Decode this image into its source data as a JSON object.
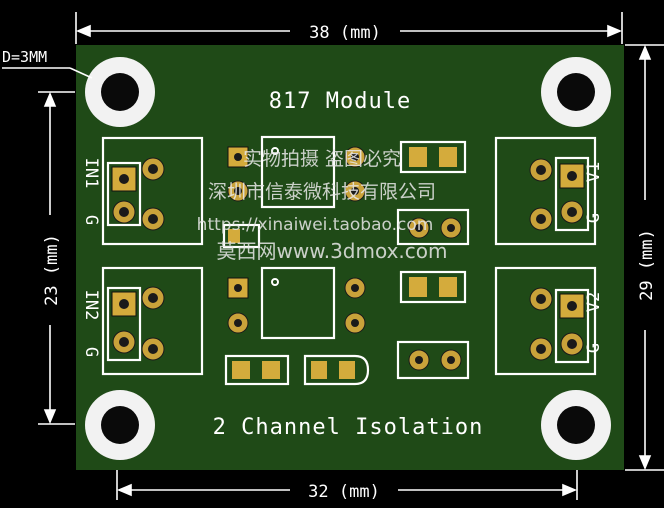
{
  "dimensions": {
    "top_width": "38 (mm)",
    "bottom_width": "32 (mm)",
    "left_height": "23 (mm)",
    "right_height": "29 (mm)",
    "hole_diameter": "D=3MM"
  },
  "silkscreen": {
    "title": "817 Module",
    "subtitle": "2 Channel Isolation",
    "in1": "IN1",
    "in2": "IN2",
    "v1": "V1",
    "v2": "V2",
    "g": "G"
  },
  "watermark": {
    "line1": "实物拍摄 盗图必究",
    "line2": "深圳市信泰微科技有限公司",
    "line3": "https://xinaiwei.taobao.com",
    "line4": "莫西网www.3dmox.com"
  },
  "colors": {
    "board": "#1f4a17",
    "pad": "#c9a23a",
    "silk": "#ffffff"
  }
}
